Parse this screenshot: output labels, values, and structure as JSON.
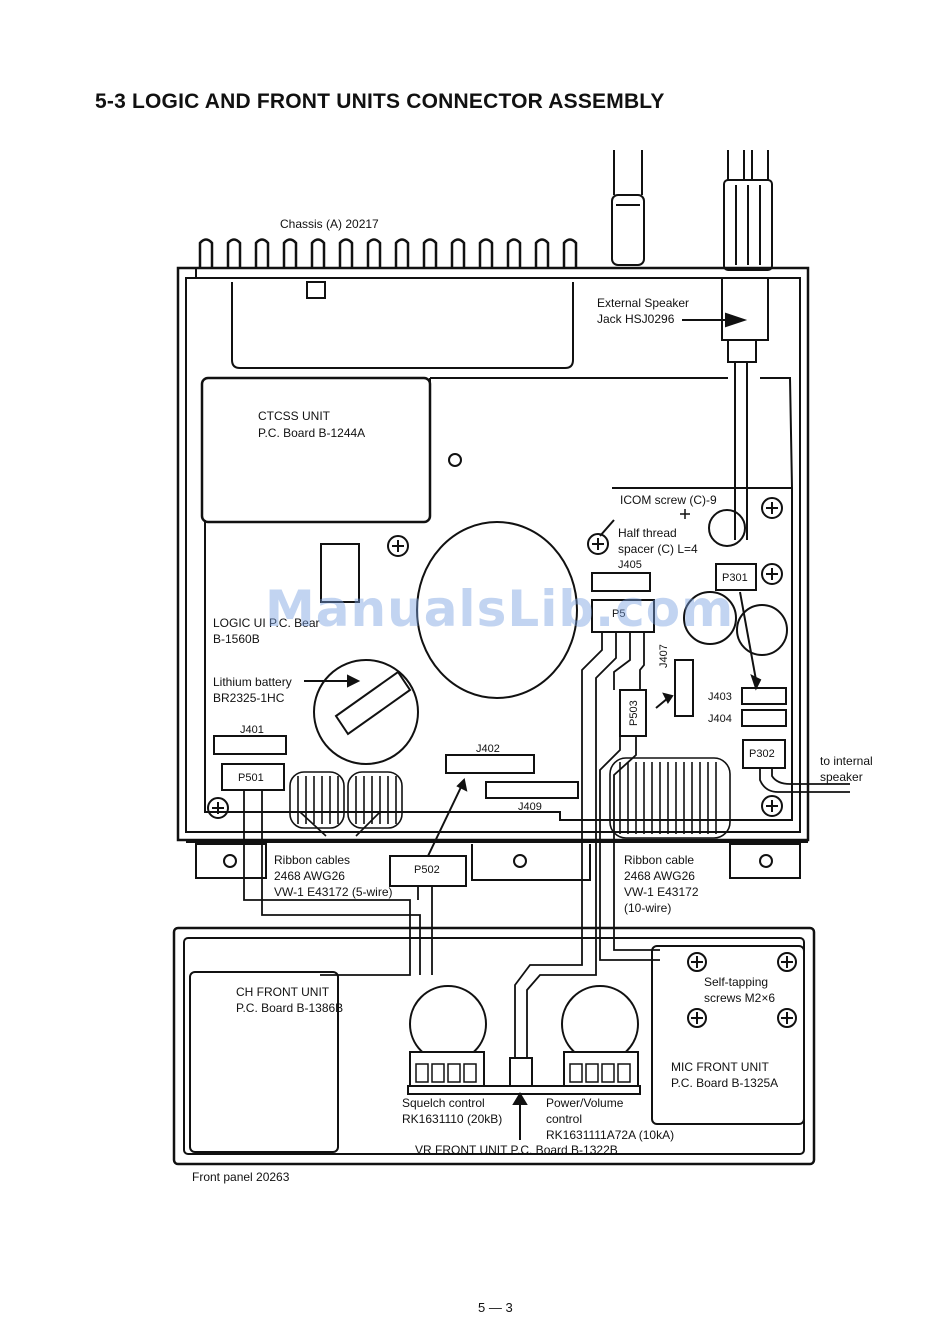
{
  "title": "5-3  LOGIC AND FRONT UNITS CONNECTOR ASSEMBLY",
  "labels": {
    "chassis": "Chassis (A) 20217",
    "ext_speaker_1": "External Speaker",
    "ext_speaker_2": "Jack HSJ0296",
    "ctcss_1": "CTCSS UNIT",
    "ctcss_2": "P.C. Board B-1244A",
    "icom_screw": "ICOM screw (C)-9",
    "half_thread_1": "Half thread",
    "half_thread_2": "spacer (C) L=4",
    "j405": "J405",
    "p301": "P301",
    "logic_1": "LOGIC UI  P.C. Bear",
    "logic_2": "B-1560B",
    "p50x": "P5",
    "j407": "J407",
    "lithium_1": "Lithium battery",
    "lithium_2": "BR2325-1HC",
    "p503": "P503",
    "j403": "J403",
    "j404": "J404",
    "j401": "J401",
    "j402": "J402",
    "p302": "P302",
    "internal_1": "to internal",
    "internal_2": "speaker",
    "p501": "P501",
    "j409": "J409",
    "ribbon5_1": "Ribbon cables",
    "ribbon5_2": "2468 AWG26",
    "ribbon5_3": "VW-1 E43172 (5-wire)",
    "p502": "P502",
    "ribbon10_1": "Ribbon cable",
    "ribbon10_2": "2468 AWG26",
    "ribbon10_3": "VW-1 E43172",
    "ribbon10_4": "(10-wire)",
    "ch_front_1": "CH FRONT UNIT",
    "ch_front_2": "P.C. Board B-1386B",
    "self_tap_1": "Self-tapping",
    "self_tap_2": "screws M2×6",
    "mic_front_1": "MIC FRONT UNIT",
    "mic_front_2": "P.C. Board B-1325A",
    "squelch_1": "Squelch control",
    "squelch_2": "RK1631110 (20kB)",
    "power_1": "Power/Volume",
    "power_2": "control",
    "power_3": "RK1631111A72A (10kA)",
    "vr_front": "VR FRONT UNIT P.C. Board B-1322B",
    "front_panel": "Front panel 20263"
  },
  "watermark": "ManualsLib.com",
  "page_number": "5 — 3"
}
